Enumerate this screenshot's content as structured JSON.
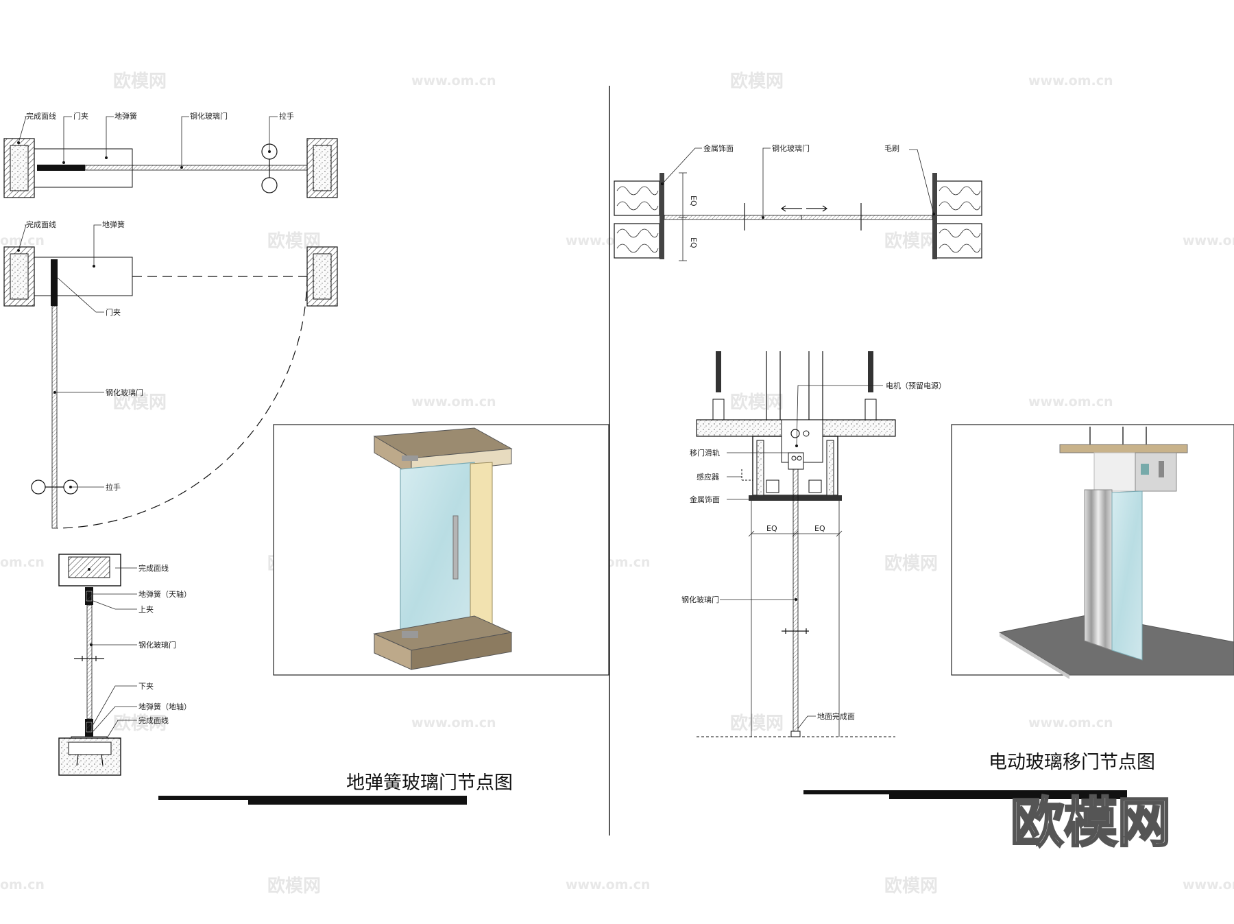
{
  "watermarks": {
    "brand_cn": "欧模网",
    "site": "www.om.cn",
    "site_partial": "om.cn"
  },
  "left": {
    "plan_closed": {
      "finish_line": "完成面线",
      "door_clamp": "门夹",
      "floor_spring": "地弹簧",
      "tempered_glass_door": "钢化玻璃门",
      "handle": "拉手"
    },
    "plan_open": {
      "finish_line": "完成面线",
      "floor_spring": "地弹簧",
      "door_clamp": "门夹",
      "tempered_glass_door": "钢化玻璃门",
      "handle": "拉手"
    },
    "section": {
      "finish_line_top": "完成面线",
      "floor_spring_top_pivot": "地弹簧（天轴）",
      "upper_clamp": "上夹",
      "tempered_glass_door": "钢化玻璃门",
      "lower_clamp": "下夹",
      "floor_spring_floor_pivot": "地弹簧（地轴）",
      "finish_line_bottom": "完成面线"
    },
    "title": "地弹簧玻璃门节点图"
  },
  "right": {
    "plan": {
      "metal_trim": "金属饰面",
      "tempered_glass_door": "钢化玻璃门",
      "brush": "毛刷",
      "eq": "EQ"
    },
    "section": {
      "motor": "电机（预留电源）",
      "track": "移门滑轨",
      "sensor": "感应器",
      "metal_trim": "金属饰面",
      "eq": "EQ",
      "tempered_glass_door": "钢化玻璃门",
      "floor_finish": "地面完成面"
    },
    "title": "电动玻璃移门节点图"
  }
}
